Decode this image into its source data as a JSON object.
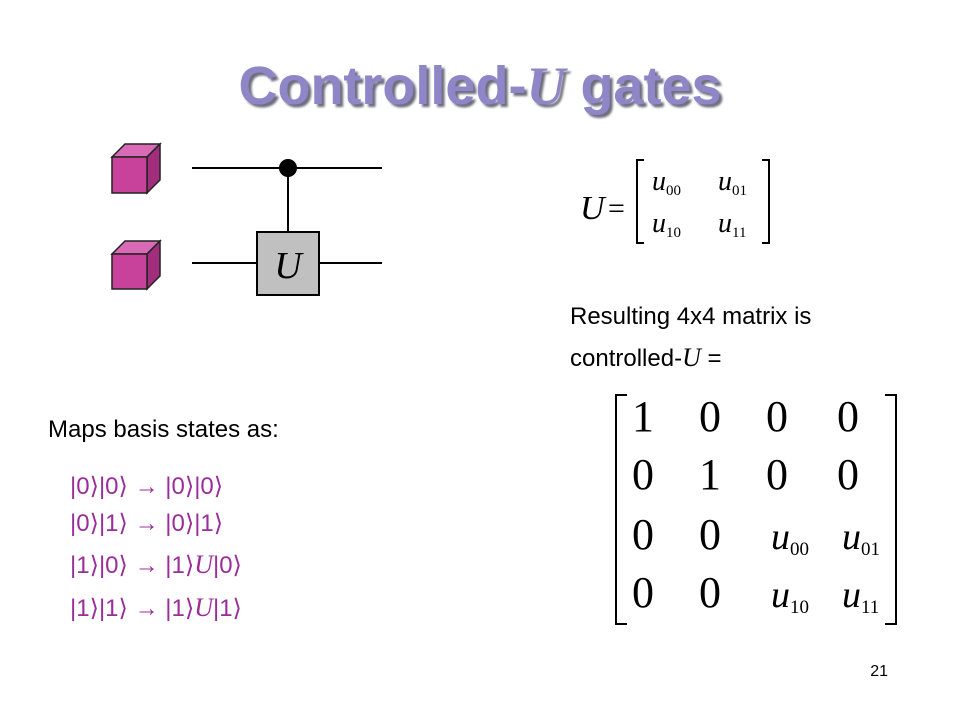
{
  "title": {
    "prefix": "Controlled-",
    "symbol": "U",
    "suffix": " gates"
  },
  "circuit": {
    "gate_label": "U"
  },
  "matrix_u": {
    "lhs": "U",
    "entries": [
      [
        "u",
        "00",
        "u",
        "01"
      ],
      [
        "u",
        "10",
        "u",
        "11"
      ]
    ]
  },
  "result": {
    "line1": "Resulting 4x4 matrix is",
    "line2_prefix": "controlled-",
    "line2_symbol": "U",
    "line2_suffix": " ="
  },
  "controlled_matrix": {
    "rows": [
      [
        "1",
        "0",
        "0",
        "0"
      ],
      [
        "0",
        "1",
        "0",
        "0"
      ],
      [
        "0",
        "0",
        "u00",
        "u01"
      ],
      [
        "0",
        "0",
        "u10",
        "u11"
      ]
    ]
  },
  "maps_label": "Maps basis states as:",
  "mappings": [
    {
      "lhs": "|0⟩|0⟩",
      "arrow": "→",
      "rhs_a": "|0⟩",
      "rhs_u": "",
      "rhs_b": "|0⟩"
    },
    {
      "lhs": "|0⟩|1⟩",
      "arrow": "→",
      "rhs_a": "|0⟩",
      "rhs_u": "",
      "rhs_b": "|1⟩"
    },
    {
      "lhs": "|1⟩|0⟩",
      "arrow": "→",
      "rhs_a": "|1⟩",
      "rhs_u": "U",
      "rhs_b": "|0⟩"
    },
    {
      "lhs": "|1⟩|1⟩",
      "arrow": "→",
      "rhs_a": "|1⟩",
      "rhs_u": "U",
      "rhs_b": "|1⟩"
    }
  ],
  "page_number": "21",
  "colors": {
    "title": "#8f86c8",
    "cube_front": "#c8419a",
    "cube_top": "#d86ab6",
    "cube_side": "#a12e7c",
    "mapping_text": "#9b2d9b",
    "gate_fill": "#c0c0c0"
  }
}
